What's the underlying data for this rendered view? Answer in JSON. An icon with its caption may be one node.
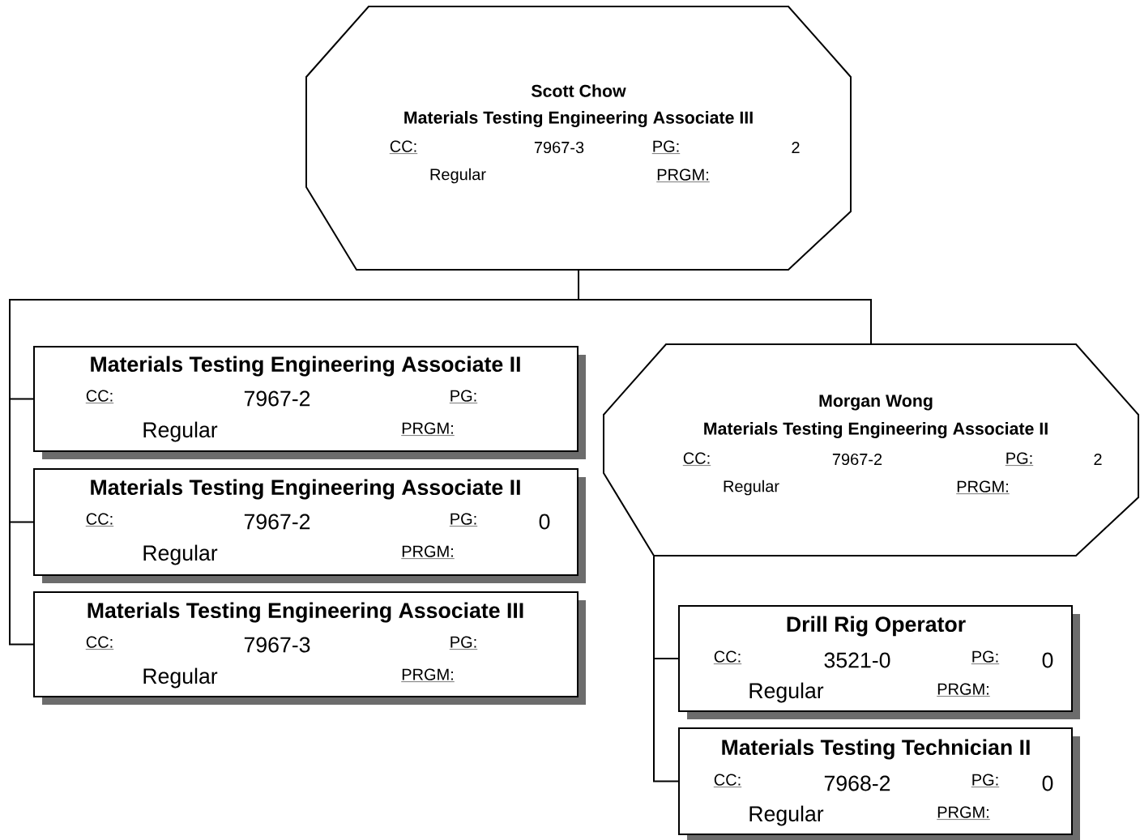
{
  "diagram": {
    "nodes": [
      {
        "text": [
          "Scott Chow",
          "Materials Testing Engineering Associate III",
          "CC:",
          "7967-3",
          "PG:",
          "2",
          "Regular",
          "PRGM:"
        ]
      },
      {
        "text": [
          "Materials Testing Engineering Associate II",
          "CC:",
          "7967-2",
          "PG:",
          "Regular",
          "PRGM:"
        ]
      },
      {
        "text": [
          "Materials Testing Engineering Associate II",
          "CC:",
          "7967-2",
          "PG:",
          "0",
          "Regular",
          "PRGM:"
        ]
      },
      {
        "text": [
          "Materials Testing Engineering Associate III",
          "CC:",
          "7967-3",
          "PG:",
          "Regular",
          "PRGM:"
        ]
      },
      {
        "text": [
          "Morgan Wong",
          "Materials Testing Engineering Associate II",
          "CC:",
          "7967-2",
          "PG:",
          "2",
          "Regular",
          "PRGM:"
        ]
      },
      {
        "text": [
          "Drill Rig Operator",
          "CC:",
          "3521-0",
          "PG:",
          "0",
          "Regular",
          "PRGM:"
        ]
      },
      {
        "text": [
          "Materials Testing Technician II",
          "CC:",
          "7968-2",
          "PG:",
          "0",
          "Regular",
          "PRGM:"
        ]
      }
    ],
    "edges": [
      {
        "from": 0,
        "to": 1,
        "arrow": "none"
      },
      {
        "from": 0,
        "to": 2,
        "arrow": "none"
      },
      {
        "from": 0,
        "to": 3,
        "arrow": "none"
      },
      {
        "from": 0,
        "to": 4,
        "arrow": "none"
      },
      {
        "from": 4,
        "to": 5,
        "arrow": "none"
      },
      {
        "from": 4,
        "to": 6,
        "arrow": "none"
      }
    ]
  }
}
